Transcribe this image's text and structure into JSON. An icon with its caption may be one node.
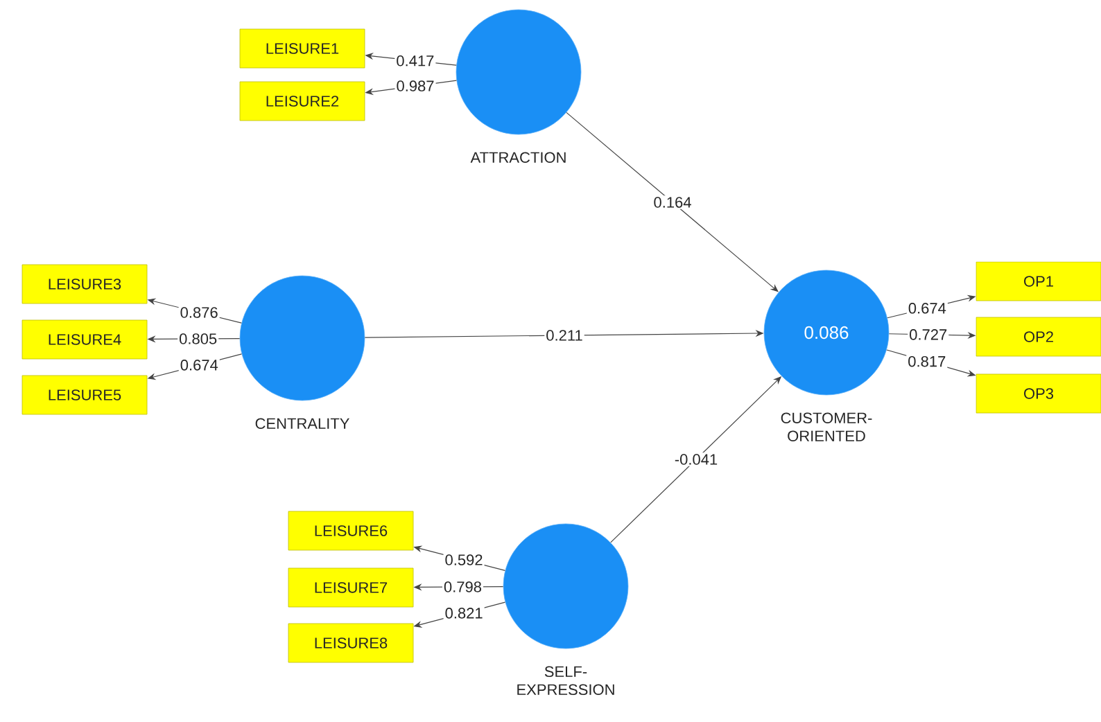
{
  "diagram": {
    "nodes": [
      {
        "text": [
          "ATTRACTION"
        ]
      },
      {
        "text": [
          "LEISURE1"
        ]
      },
      {
        "text": [
          "LEISURE2"
        ]
      },
      {
        "text": [
          "CENTRALITY"
        ]
      },
      {
        "text": [
          "LEISURE3"
        ]
      },
      {
        "text": [
          "LEISURE4"
        ]
      },
      {
        "text": [
          "LEISURE5"
        ]
      },
      {
        "text": [
          "0.086",
          "CUSTOMER- ORIENTED"
        ]
      },
      {
        "text": [
          "OP1"
        ]
      },
      {
        "text": [
          "OP2"
        ]
      },
      {
        "text": [
          "OP3"
        ]
      },
      {
        "text": [
          "SELF- EXPRESSION"
        ]
      },
      {
        "text": [
          "LEISURE6"
        ]
      },
      {
        "text": [
          "LEISURE7"
        ]
      },
      {
        "text": [
          "LEISURE8"
        ]
      }
    ],
    "edges": [
      {
        "from": 0,
        "to": 1,
        "arrow": "to",
        "label": "0.417"
      },
      {
        "from": 0,
        "to": 2,
        "arrow": "to",
        "label": "0.987"
      },
      {
        "from": 3,
        "to": 4,
        "arrow": "to",
        "label": "0.876"
      },
      {
        "from": 3,
        "to": 5,
        "arrow": "to",
        "label": "0.805"
      },
      {
        "from": 3,
        "to": 6,
        "arrow": "to",
        "label": "0.674"
      },
      {
        "from": 7,
        "to": 8,
        "arrow": "to",
        "label": "0.674"
      },
      {
        "from": 7,
        "to": 9,
        "arrow": "to",
        "label": "0.727"
      },
      {
        "from": 7,
        "to": 10,
        "arrow": "to",
        "label": "0.817"
      },
      {
        "from": 11,
        "to": 12,
        "arrow": "to",
        "label": "0.592"
      },
      {
        "from": 11,
        "to": 13,
        "arrow": "to",
        "label": "0.798"
      },
      {
        "from": 11,
        "to": 14,
        "arrow": "to",
        "label": "0.821"
      },
      {
        "from": 0,
        "to": 7,
        "arrow": "to",
        "label": "0.164"
      },
      {
        "from": 3,
        "to": 7,
        "arrow": "to",
        "label": "0.211"
      },
      {
        "from": 11,
        "to": 7,
        "arrow": "to",
        "label": "-0.041"
      }
    ]
  }
}
